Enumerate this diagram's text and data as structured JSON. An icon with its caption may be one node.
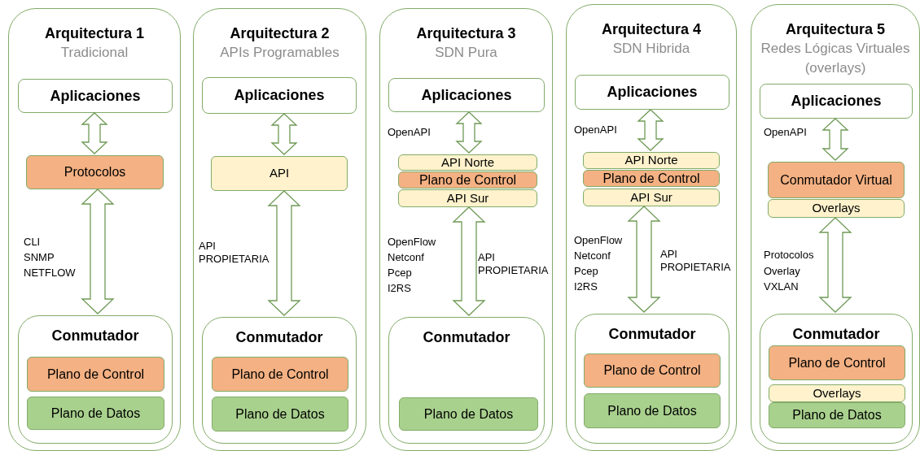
{
  "diagram": {
    "nodes": [
      {
        "text": [
          "Arquitectura 1",
          "Tradicional"
        ]
      },
      {
        "text": [
          "Aplicaciones"
        ],
        "in": 0
      },
      {
        "text": [
          "Protocolos"
        ],
        "in": 0
      },
      {
        "text": [
          "Conmutador"
        ],
        "in": 0
      },
      {
        "text": [
          "Plano de Control"
        ],
        "in": 3
      },
      {
        "text": [
          "Plano de Datos"
        ],
        "in": 3
      },
      {
        "text": [
          "Arquitectura 2",
          "APIs Programables"
        ]
      },
      {
        "text": [
          "Aplicaciones"
        ],
        "in": 6
      },
      {
        "text": [
          "API"
        ],
        "in": 6
      },
      {
        "text": [
          "Conmutador"
        ],
        "in": 6
      },
      {
        "text": [
          "Plano de Control"
        ],
        "in": 9
      },
      {
        "text": [
          "Plano de Datos"
        ],
        "in": 9
      },
      {
        "text": [
          "Arquitectura 3",
          "SDN Pura"
        ]
      },
      {
        "text": [
          "Aplicaciones"
        ],
        "in": 12
      },
      {
        "text": [
          "API Norte"
        ],
        "in": 12
      },
      {
        "text": [
          "Plano de Control"
        ],
        "in": 12
      },
      {
        "text": [
          "API Sur"
        ],
        "in": 12
      },
      {
        "text": [
          "Conmutador"
        ],
        "in": 12
      },
      {
        "text": [
          "Plano de Datos"
        ],
        "in": 17
      },
      {
        "text": [
          "Arquitectura 4",
          "SDN Hibrida"
        ]
      },
      {
        "text": [
          "Aplicaciones"
        ],
        "in": 19
      },
      {
        "text": [
          "API Norte"
        ],
        "in": 19
      },
      {
        "text": [
          "Plano de Control"
        ],
        "in": 19
      },
      {
        "text": [
          "API Sur"
        ],
        "in": 19
      },
      {
        "text": [
          "Conmutador"
        ],
        "in": 19
      },
      {
        "text": [
          "Plano de Control"
        ],
        "in": 24
      },
      {
        "text": [
          "Plano de Datos"
        ],
        "in": 24
      },
      {
        "text": [
          "Arquitectura 5",
          "Redes Lógicas Virtuales (overlays)"
        ]
      },
      {
        "text": [
          "Aplicaciones"
        ],
        "in": 27
      },
      {
        "text": [
          "Conmutador Virtual"
        ],
        "in": 27
      },
      {
        "text": [
          "Overlays"
        ],
        "in": 27
      },
      {
        "text": [
          "Conmutador"
        ],
        "in": 27
      },
      {
        "text": [
          "Plano de Control"
        ],
        "in": 31
      },
      {
        "text": [
          "Overlays"
        ],
        "in": 31
      },
      {
        "text": [
          "Plano de Datos"
        ],
        "in": 31
      }
    ],
    "edges": [
      {
        "from": 1,
        "to": 2,
        "arrow": "both"
      },
      {
        "from": 2,
        "to": 3,
        "arrow": "both"
      },
      {
        "from": 7,
        "to": 8,
        "arrow": "both"
      },
      {
        "from": 8,
        "to": 9,
        "arrow": "both"
      },
      {
        "from": 13,
        "to": 14,
        "arrow": "both"
      },
      {
        "from": 16,
        "to": 17,
        "arrow": "both"
      },
      {
        "from": 20,
        "to": 21,
        "arrow": "both"
      },
      {
        "from": 23,
        "to": 24,
        "arrow": "both"
      },
      {
        "from": 28,
        "to": 29,
        "arrow": "both"
      },
      {
        "from": 30,
        "to": 31,
        "arrow": "both"
      }
    ],
    "labels": [
      "CLI",
      "SNMP",
      "NETFLOW",
      "API PROPIETARIA",
      "OpenAPI",
      "OpenFlow",
      "Netconf",
      "Pcep",
      "I2RS",
      "API PROPIETARIA",
      "OpenAPI",
      "OpenFlow",
      "Netconf",
      "Pcep",
      "I2RS",
      "API PROPIETARIA",
      "OpenAPI",
      "Protocolos",
      "Overlay",
      "VXLAN"
    ]
  }
}
